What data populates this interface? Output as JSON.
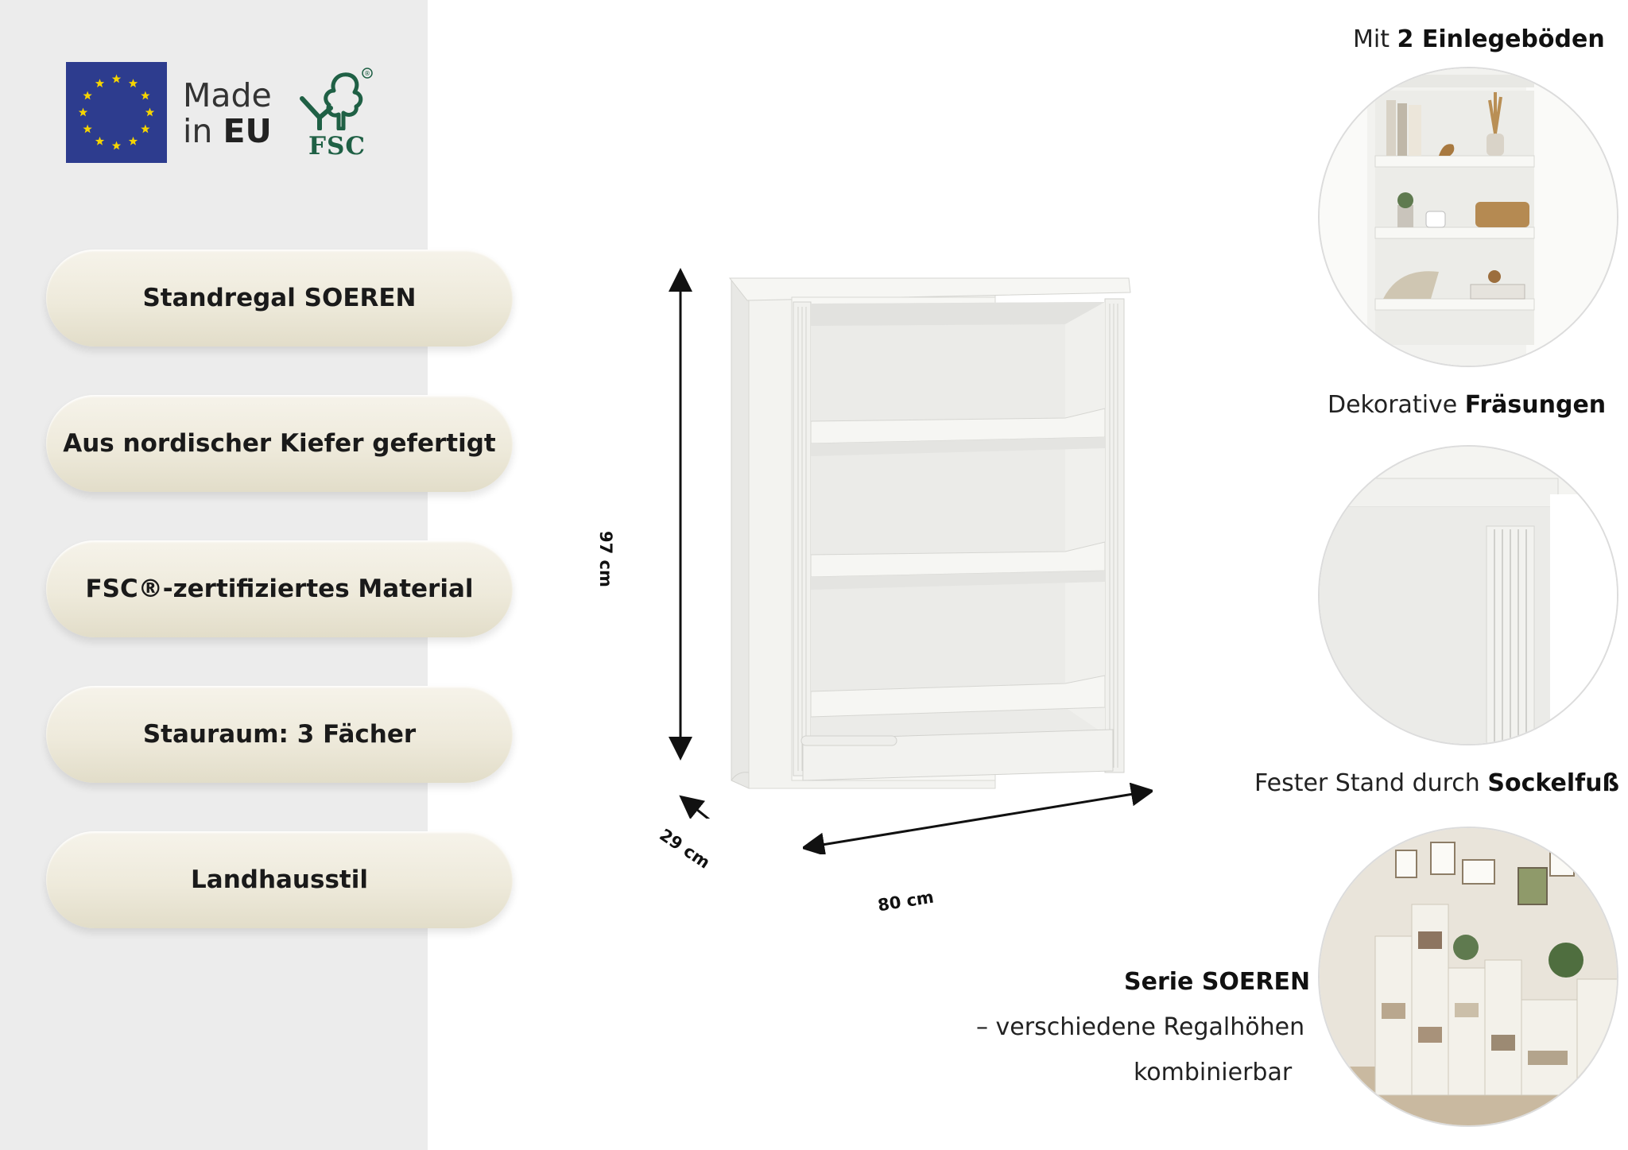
{
  "badges": {
    "made_line1": "Made",
    "made_line2_prefix": "in",
    "made_line2_bold": "EU",
    "fsc_label": "FSC",
    "fsc_registered": "®"
  },
  "features": [
    "Standregal SOEREN",
    "Aus nordischer Kiefer gefertigt",
    "FSC®-zertifiziertes Material",
    "Stauraum: 3 Fächer",
    "Landhausstil"
  ],
  "dimensions": {
    "height": "97 cm",
    "depth": "29 cm",
    "width": "80 cm"
  },
  "details": {
    "shelves": {
      "prefix": "Mit",
      "bold": "2 Einlegeböden"
    },
    "milling": {
      "prefix": "Dekorative",
      "bold": "Fräsungen"
    },
    "base": {
      "prefix": "Fester Stand durch",
      "bold": "Sockelfuß"
    },
    "series": {
      "title": "Serie SOEREN",
      "line2": "– verschiedene Regalhöhen",
      "line3": "kombinierbar"
    }
  },
  "colors": {
    "sidebar": "#ececec",
    "eu_blue": "#2d3c8e",
    "eu_stars": "#f5d400",
    "fsc_green": "#1f6045",
    "pill": "#eeeadb",
    "shelf_white": "#f4f4f1"
  }
}
